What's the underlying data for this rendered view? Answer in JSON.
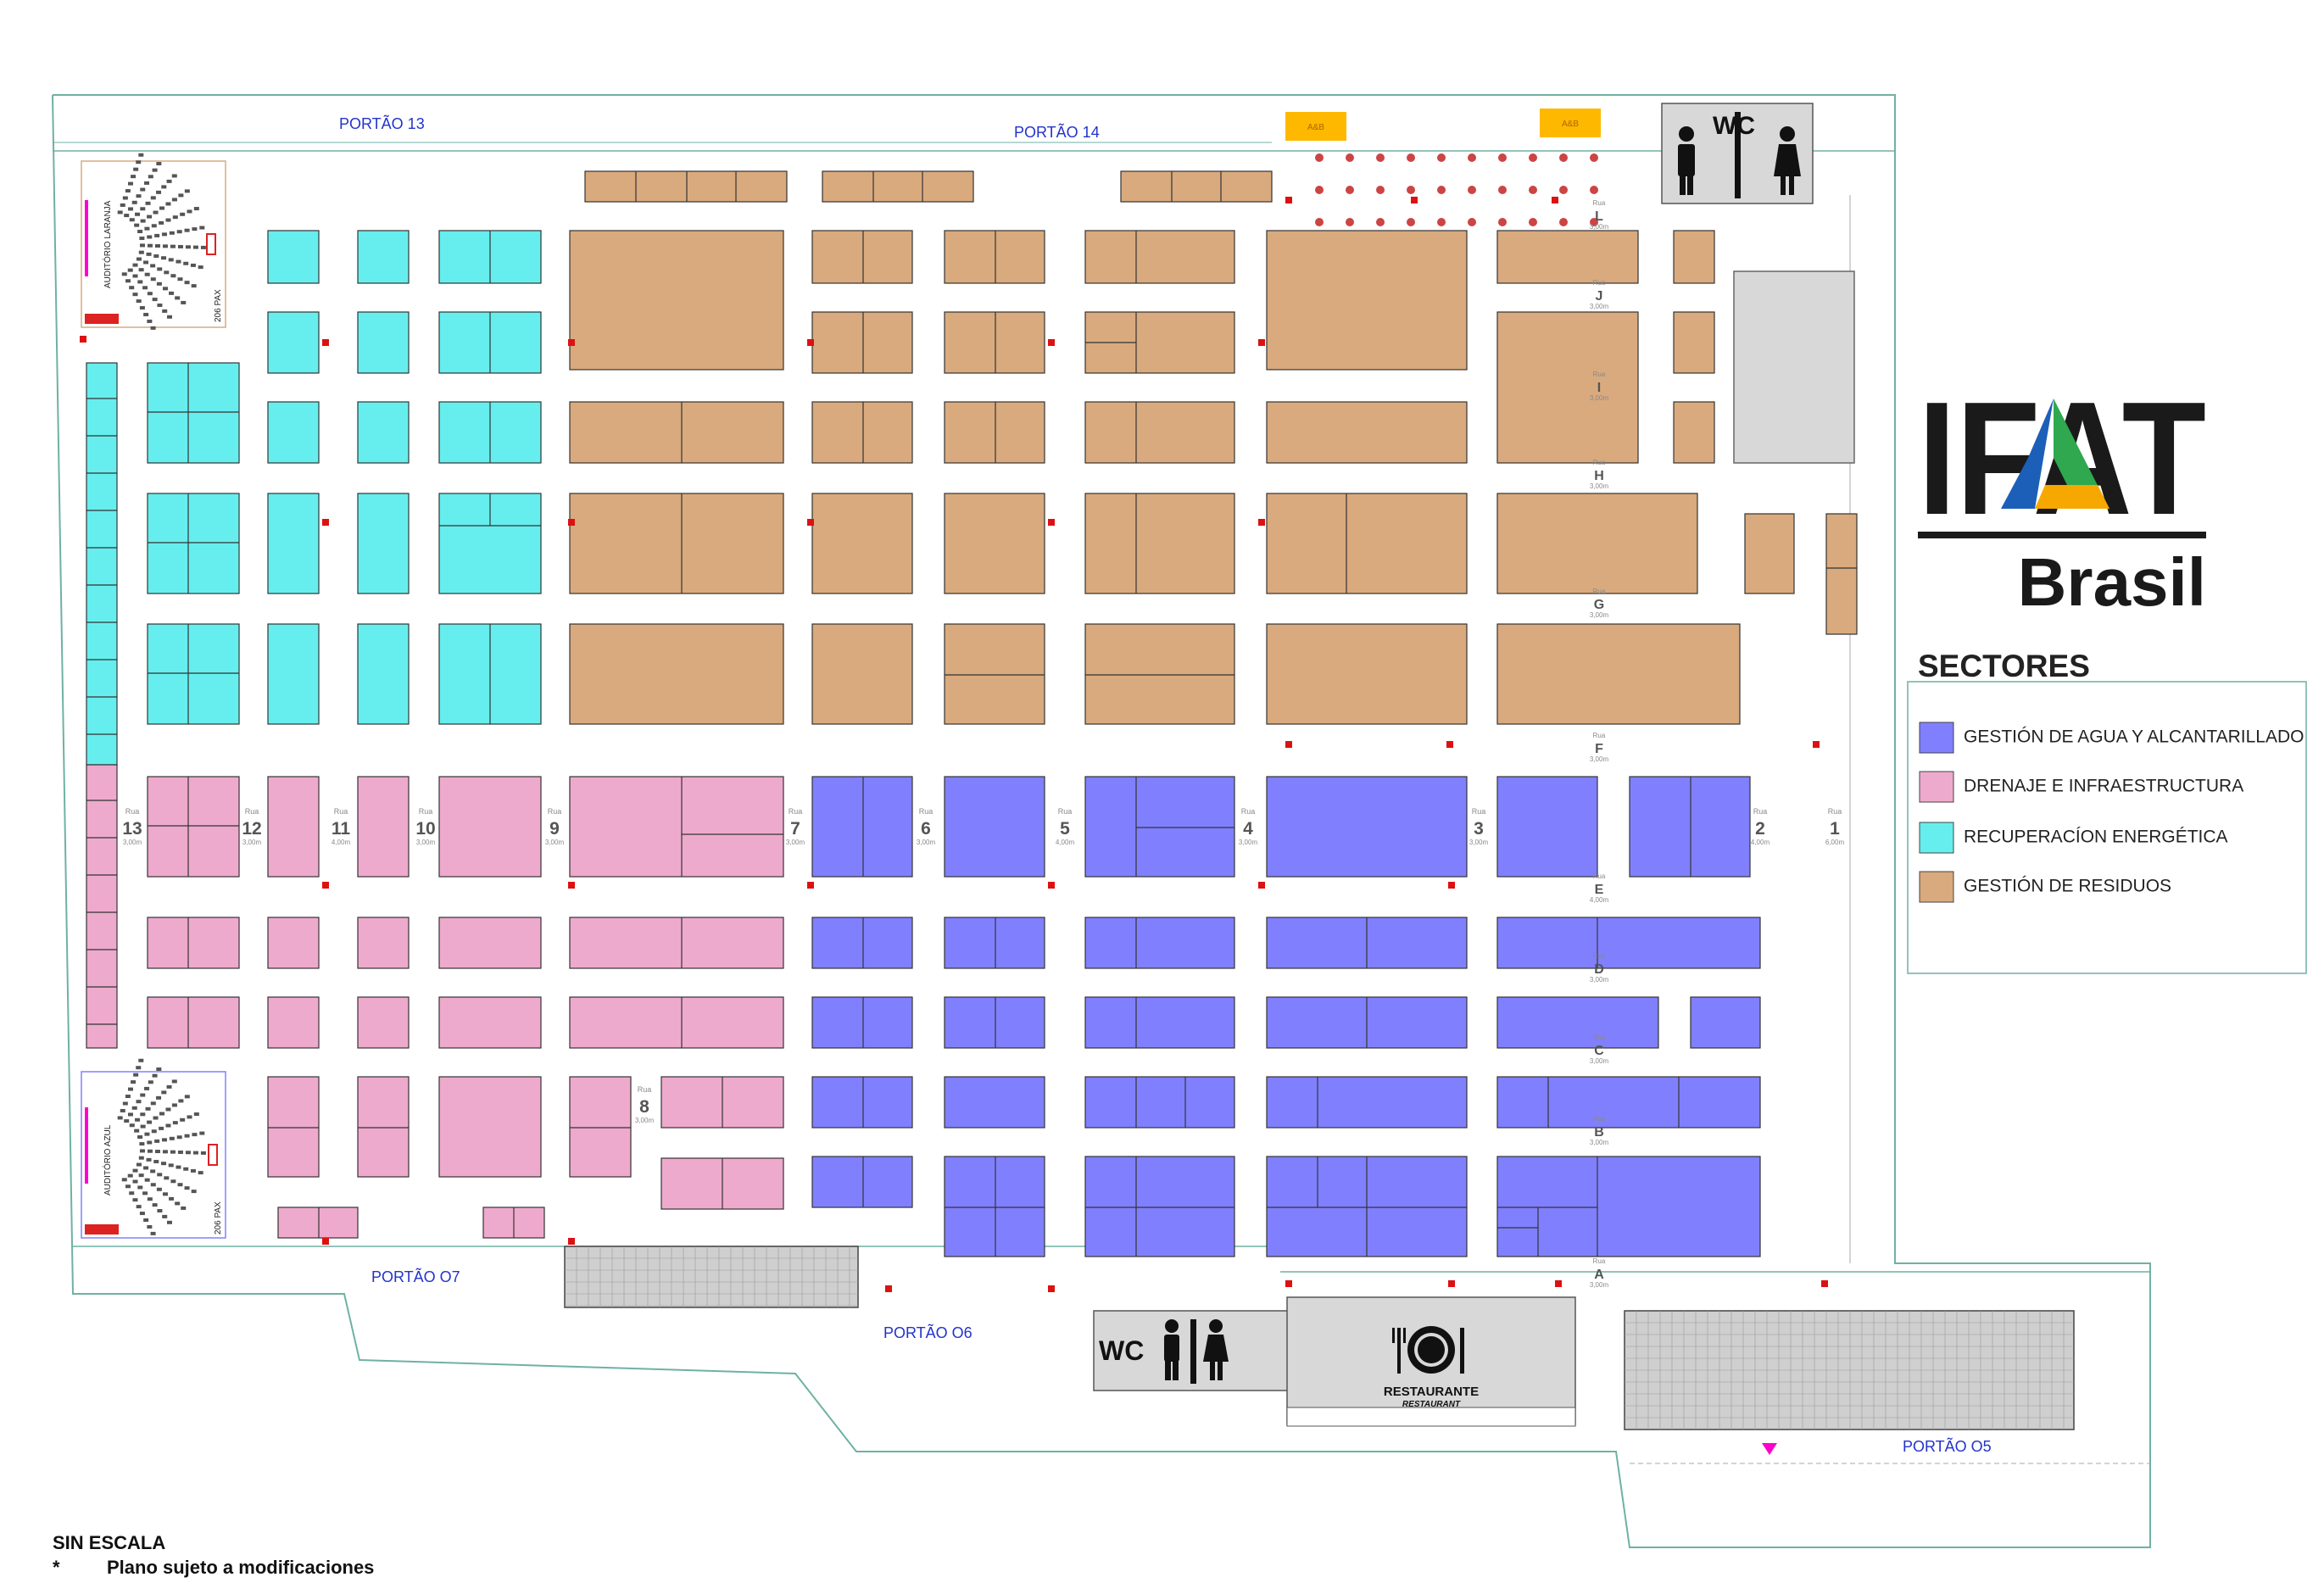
{
  "gates": {
    "g13": "PORTÃO 13",
    "g14": "PORTÃO 14",
    "g07": "PORTÃO O7",
    "g06": "PORTÃO O6",
    "g05": "PORTÃO O5"
  },
  "street_rue": "Rua",
  "streets": [
    {
      "num": "13",
      "width": "3,00m"
    },
    {
      "num": "12",
      "width": "3,00m"
    },
    {
      "num": "11",
      "width": "4,00m"
    },
    {
      "num": "10",
      "width": "3,00m"
    },
    {
      "num": "9",
      "width": "3,00m"
    },
    {
      "num": "7",
      "width": "3,00m"
    },
    {
      "num": "6",
      "width": "3,00m"
    },
    {
      "num": "5",
      "width": "4,00m"
    },
    {
      "num": "4",
      "width": "3,00m"
    },
    {
      "num": "3",
      "width": "3,00m"
    },
    {
      "num": "2",
      "width": "4,00m"
    },
    {
      "num": "1",
      "width": "6,00m"
    },
    {
      "num": "8",
      "width": "3,00m"
    }
  ],
  "rows": [
    {
      "letter": "L",
      "width": "3,00m"
    },
    {
      "letter": "J",
      "width": "3,00m"
    },
    {
      "letter": "I",
      "width": "3,00m"
    },
    {
      "letter": "H",
      "width": "3,00m"
    },
    {
      "letter": "G",
      "width": "3,00m"
    },
    {
      "letter": "F",
      "width": "3,00m"
    },
    {
      "letter": "E",
      "width": "4,00m"
    },
    {
      "letter": "D",
      "width": "3,00m"
    },
    {
      "letter": "C",
      "width": "3,00m"
    },
    {
      "letter": "B",
      "width": "3,00m"
    },
    {
      "letter": "A",
      "width": "3,00m"
    }
  ],
  "facilities": {
    "wc": "WC",
    "restaurant_pt": "RESTAURANTE",
    "restaurant_en": "RESTAURANT",
    "auditorio_laranja": "AUDITÓRIO LARANJA",
    "auditorio_azul": "AUDITÓRIO AZUL",
    "capacity": "206 PAX",
    "ab": "A&B"
  },
  "logo": {
    "wordmark": "IFAT",
    "country": "Brasil"
  },
  "legend": {
    "title": "SECTORES",
    "items": [
      {
        "label": "GESTIÓN DE AGUA Y ALCANTARILLADO",
        "color": "#8080ff"
      },
      {
        "label": "DRENAJE E INFRAESTRUCTURA",
        "color": "#eeaacc"
      },
      {
        "label": "RECUPERACÍON ENERGÉTICA",
        "color": "#66eeee"
      },
      {
        "label": "GESTIÓN DE RESIDUOS",
        "color": "#d9aa7e"
      }
    ]
  },
  "notes": {
    "scale": "SIN ESCALA",
    "asterisk": "*",
    "disclaimer": "Plano sujeto a modificaciones"
  },
  "colors": {
    "water": "#8080ff",
    "drainage": "#eeaacc",
    "energy": "#66eeee",
    "waste": "#d9aa7e",
    "wall": "#6fb1a3",
    "service": "#d8d8d8",
    "gate_text": "#2233cc"
  }
}
